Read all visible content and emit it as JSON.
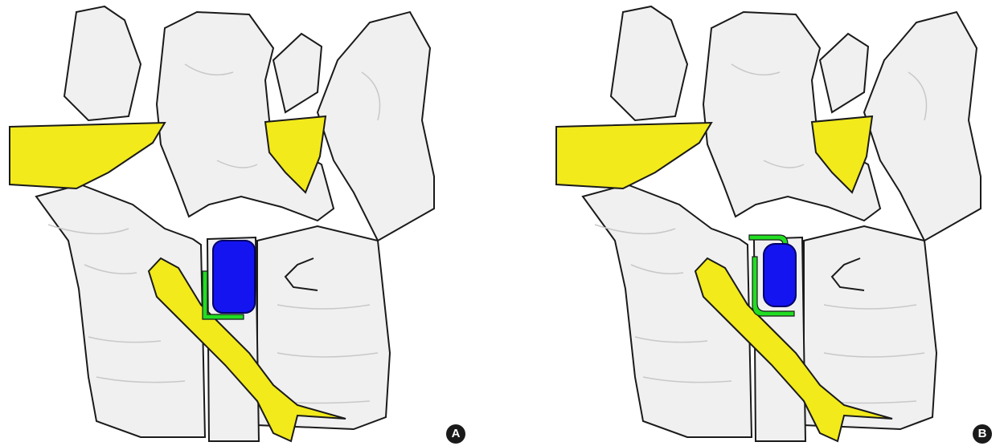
{
  "panels": [
    {
      "label": "A",
      "implant": "blue-cage",
      "wrap": "partial"
    },
    {
      "label": "B",
      "implant": "blue-cage",
      "wrap": "full"
    }
  ],
  "colors": {
    "bone": "#f0f0f0",
    "outline": "#1a1a1a",
    "nerve": "#f2ea1a",
    "implant": "#1414f0",
    "implant_border": "#000066",
    "graft": "#22dd22",
    "detail": "#c8c8c8"
  }
}
